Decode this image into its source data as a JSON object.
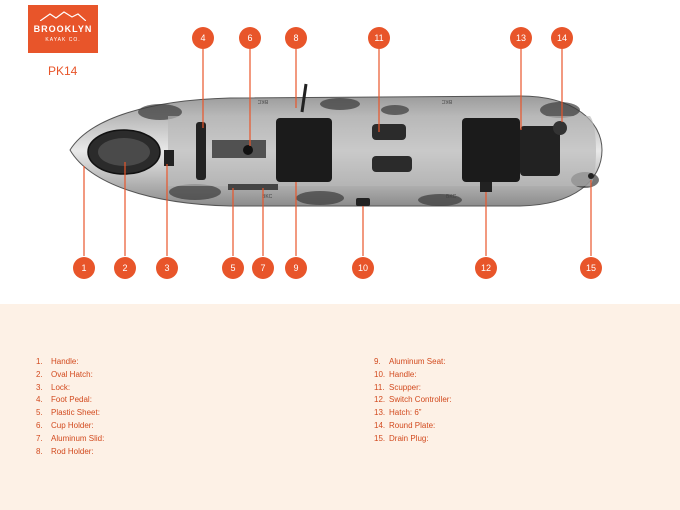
{
  "logo": {
    "brand": "BROOKLYN",
    "sub": "KAYAK CO."
  },
  "model": "PK14",
  "colors": {
    "accent": "#e8552a",
    "legend_bg": "#fdf1e6",
    "legend_text": "#d24a1e"
  },
  "callouts": [
    {
      "num": "1",
      "label": "Handle:"
    },
    {
      "num": "2",
      "label": "Oval Hatch:"
    },
    {
      "num": "3",
      "label": "Lock:"
    },
    {
      "num": "4",
      "label": "Foot Pedal:"
    },
    {
      "num": "5",
      "label": "Plastic Sheet:"
    },
    {
      "num": "6",
      "label": "Cup Holder:"
    },
    {
      "num": "7",
      "label": "Aluminum Slid:"
    },
    {
      "num": "8",
      "label": "Rod Holder:"
    },
    {
      "num": "9",
      "label": "Aluminum Seat:"
    },
    {
      "num": "10",
      "label": "Handle:"
    },
    {
      "num": "11",
      "label": "Scupper:"
    },
    {
      "num": "12",
      "label": "Switch Controller:"
    },
    {
      "num": "13",
      "label": "Hatch: 6”"
    },
    {
      "num": "14",
      "label": "Round Plate:"
    },
    {
      "num": "15",
      "label": "Drain Plug:"
    }
  ],
  "hull_marks": [
    "BKC",
    "BKC",
    "BKC",
    "BKC"
  ]
}
